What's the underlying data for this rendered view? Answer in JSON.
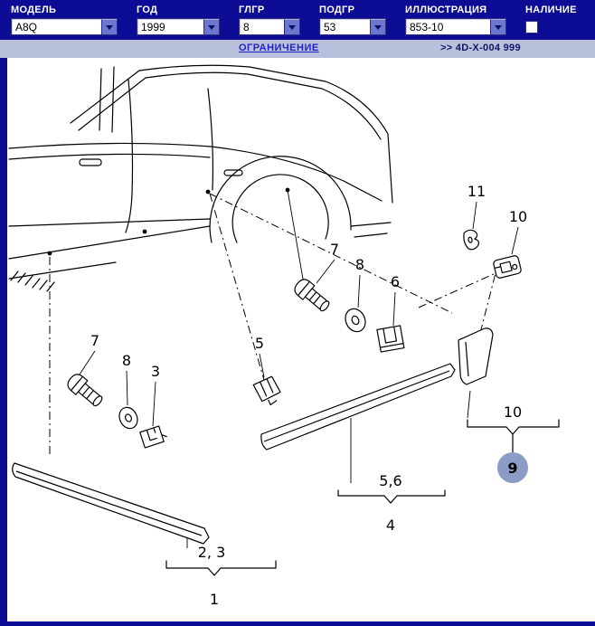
{
  "colors": {
    "header_bg": "#0c0c94",
    "subbar_bg": "#b9c0dc",
    "link_blue": "#2222cc",
    "drawing_bg": "#ffffff"
  },
  "header": {
    "fields": [
      {
        "label": "МОДЕЛЬ",
        "value": "A8Q"
      },
      {
        "label": "ГОД",
        "value": "1999"
      },
      {
        "label": "ГЛГР",
        "value": "8"
      },
      {
        "label": "ПОДГР",
        "value": "53"
      },
      {
        "label": "ИЛЛЮСТРАЦИЯ",
        "value": "853-10"
      }
    ],
    "availability_label": "НАЛИЧИЕ"
  },
  "subbar": {
    "restriction_link": "ОГРАНИЧЕНИЕ",
    "illustration_code": ">> 4D-X-004 999"
  },
  "drawing": {
    "callouts": {
      "bolt_left": "7",
      "washer_left": "8",
      "clip3": "3",
      "clip5": "5",
      "bolt_mid": "7",
      "washer_mid": "8",
      "clip6": "6",
      "clip11": "11",
      "clip10": "10",
      "group23": "2, 3",
      "group1": "1",
      "group56": "5,6",
      "group4": "4",
      "group10": "10"
    },
    "badge": {
      "label": "9",
      "color": "#8d9cc4",
      "text_color": "#10104f"
    }
  }
}
